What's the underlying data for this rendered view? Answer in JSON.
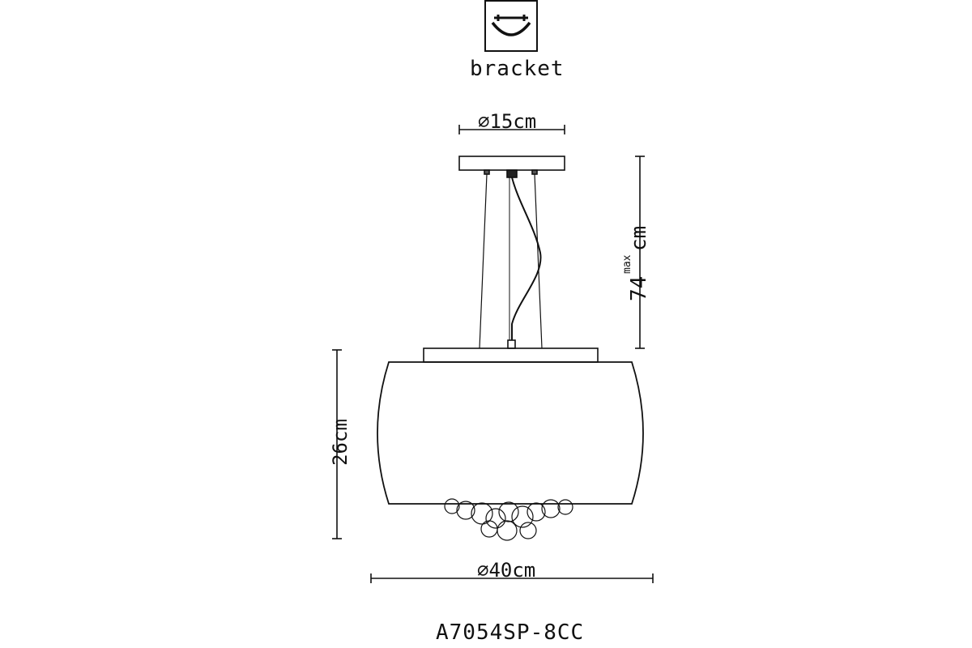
{
  "bracket_label": "bracket",
  "dimensions": {
    "canopy_diameter": "⌀15cm",
    "shade_diameter": "⌀40cm",
    "shade_height": "26cm",
    "drop_value": "74",
    "drop_qualifier": "max",
    "drop_unit": "cm"
  },
  "model_number": "A7054SP-8CC",
  "icons": {
    "bracket_symbol": "bracket-mount-icon",
    "lamp": "pendant-lamp-drawing"
  },
  "colors": {
    "line": "#111111",
    "background": "#ffffff"
  }
}
